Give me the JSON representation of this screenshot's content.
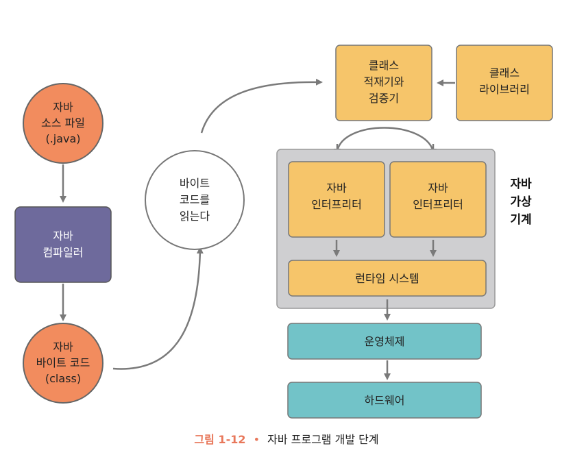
{
  "colors": {
    "orange_circle": "#f28c5e",
    "purple_box": "#6e6a9c",
    "yellow_box": "#f6c56a",
    "teal_box": "#72c3c8",
    "jvm_bg": "#cfcfd1",
    "arrow": "#7a7a7a",
    "caption_accent": "#e8775a"
  },
  "nodes": {
    "java_source": [
      "자바",
      "소스 파일",
      "(.java)"
    ],
    "compiler": [
      "자바",
      "컴파일러"
    ],
    "bytecode": [
      "자바",
      "바이트 코드",
      "(class)"
    ],
    "read_bytecode": [
      "바이트",
      "코드를",
      "읽는다"
    ],
    "class_loader": [
      "클래스",
      "적재기와",
      "검증기"
    ],
    "class_library": [
      "클래스",
      "라이브러리"
    ],
    "interpreter_1": [
      "자바",
      "인터프리터"
    ],
    "interpreter_2": [
      "자바",
      "인터프리터"
    ],
    "runtime_system": "런타임 시스템",
    "os": "운영체제",
    "hardware": "하드웨어"
  },
  "jvm_label": [
    "자바",
    "가상",
    "기계"
  ],
  "caption": {
    "number": "그림 1-12",
    "bullet": "•",
    "title": "자바 프로그램 개발 단계"
  }
}
